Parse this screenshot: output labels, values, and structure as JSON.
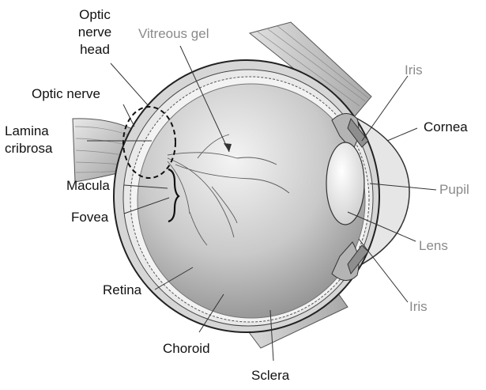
{
  "labels": {
    "optic_nerve_head": [
      "Optic",
      "nerve",
      "head"
    ],
    "optic_nerve": "Optic nerve",
    "lamina_cribrosa": [
      "Lamina",
      "cribrosa"
    ],
    "macula": "Macula",
    "fovea": "Fovea",
    "retina": "Retina",
    "choroid": "Choroid",
    "sclera": "Sclera",
    "vitreous_gel": "Vitreous gel",
    "iris_top": "Iris",
    "cornea": "Cornea",
    "pupil": "Pupil",
    "lens": "Lens",
    "iris_bottom": "Iris"
  },
  "colors": {
    "dark_label": "#111111",
    "gray_label": "#8a8a8a",
    "outline": "#1a1a1a"
  }
}
